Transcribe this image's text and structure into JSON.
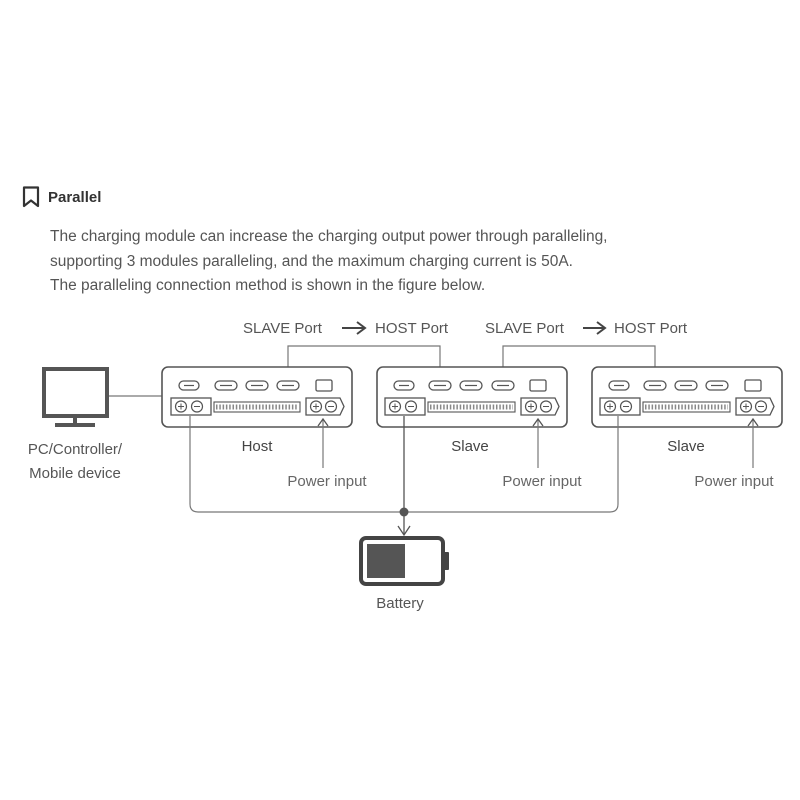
{
  "section": {
    "title": "Parallel",
    "icon": "bookmark-icon",
    "lines": [
      "The charging module can increase the charging output power through paralleling,",
      "supporting 3 modules paralleling, and the maximum charging current is 50A.",
      "The paralleling connection method is shown in the figure below."
    ]
  },
  "diagram": {
    "port_labels": [
      {
        "slave": "SLAVE Port",
        "host": "HOST Port"
      },
      {
        "slave": "SLAVE Port",
        "host": "HOST Port"
      }
    ],
    "modules": [
      {
        "label": "Host"
      },
      {
        "label": "Slave"
      },
      {
        "label": "Slave"
      }
    ],
    "power_input_label": "Power input",
    "pc_label_lines": [
      "PC/Controller/",
      "Mobile device"
    ],
    "battery_label": "Battery",
    "colors": {
      "line": "#666666",
      "text": "#555555",
      "battery_fill": "#555555"
    }
  }
}
